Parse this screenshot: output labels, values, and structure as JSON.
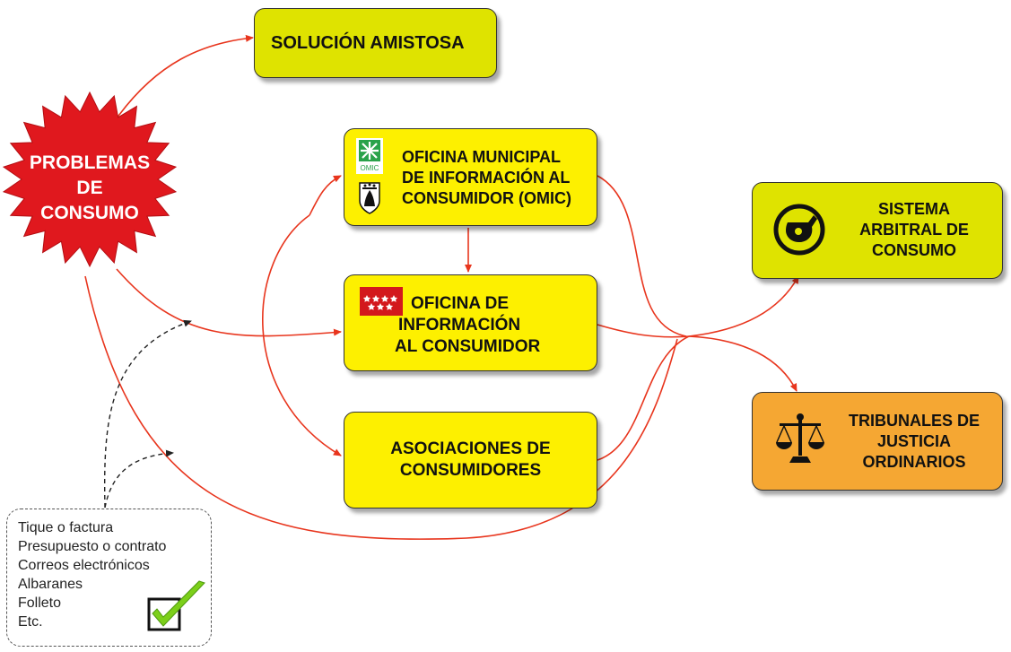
{
  "center": {
    "label": [
      "PROBLEMAS",
      "DE",
      "CONSUMO"
    ]
  },
  "nodes": {
    "amistosa": "SOLUCIÓN AMISTOSA",
    "omic": [
      "OFICINA MUNICIPAL",
      "DE INFORMACIÓN AL",
      "CONSUMIDOR (OMIC)"
    ],
    "omic_logo": "OMIC",
    "oic": [
      "OFICINA DE",
      "INFORMACIÓN",
      "AL CONSUMIDOR"
    ],
    "asociaciones": [
      "ASOCIACIONES DE",
      "CONSUMIDORES"
    ],
    "arbitral": [
      "SISTEMA",
      "ARBITRAL DE",
      "CONSUMO"
    ],
    "tribunales": [
      "TRIBUNALES DE",
      "JUSTICIA",
      "ORDINARIOS"
    ]
  },
  "documents": [
    "Tique o factura",
    "Presupuesto o contrato",
    "Correos electrónicos",
    "Albaranes",
    "Folleto",
    "Etc."
  ],
  "icons": [
    "omic-logo-icon",
    "madrid-shield-icon",
    "madrid-flag-icon",
    "whistle-icon",
    "scales-icon",
    "checkbox-check-icon"
  ],
  "colors": {
    "lime": "#dfe300",
    "yellow": "#fdf000",
    "orange": "#f5a733",
    "star": "#e0181e",
    "arrow": "#e8351d"
  }
}
